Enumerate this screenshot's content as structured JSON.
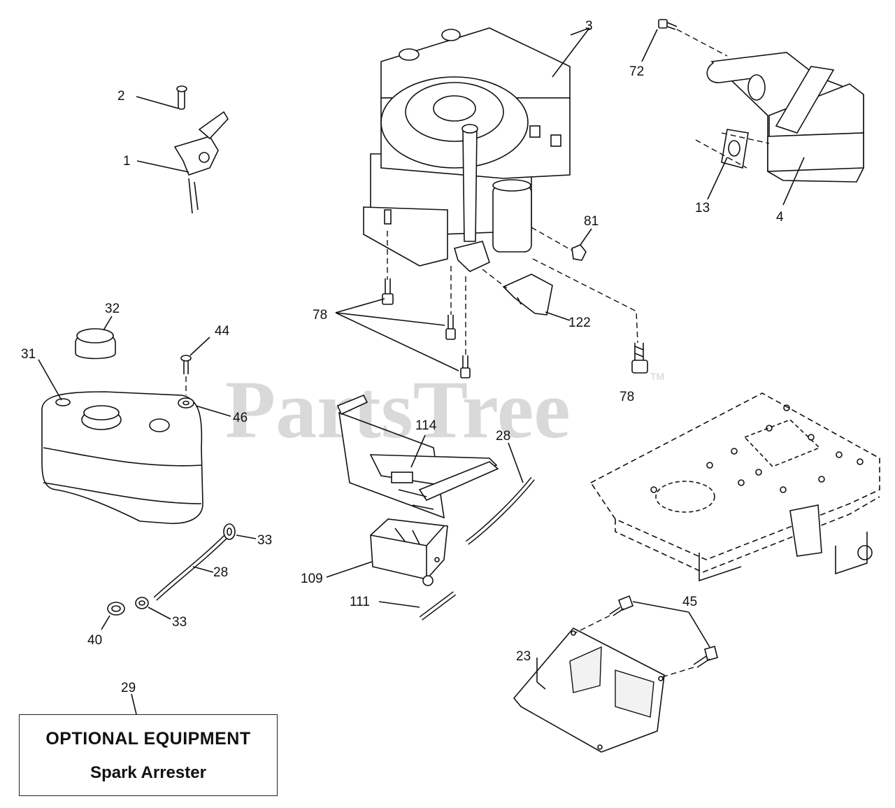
{
  "watermark": {
    "brand": "PartsTree",
    "trademark": "TM"
  },
  "callouts": {
    "c1": "1",
    "c2": "2",
    "c3": "3",
    "c4": "4",
    "c13": "13",
    "c23": "23",
    "c28a": "28",
    "c28b": "28",
    "c29": "29",
    "c31": "31",
    "c32": "32",
    "c33a": "33",
    "c33b": "33",
    "c40": "40",
    "c44": "44",
    "c45": "45",
    "c46": "46",
    "c72": "72",
    "c78a": "78",
    "c78b": "78",
    "c81": "81",
    "c109": "109",
    "c111": "111",
    "c114": "114",
    "c122": "122"
  },
  "optional_box": {
    "title": "OPTIONAL EQUIPMENT",
    "item": "Spark Arrester"
  }
}
